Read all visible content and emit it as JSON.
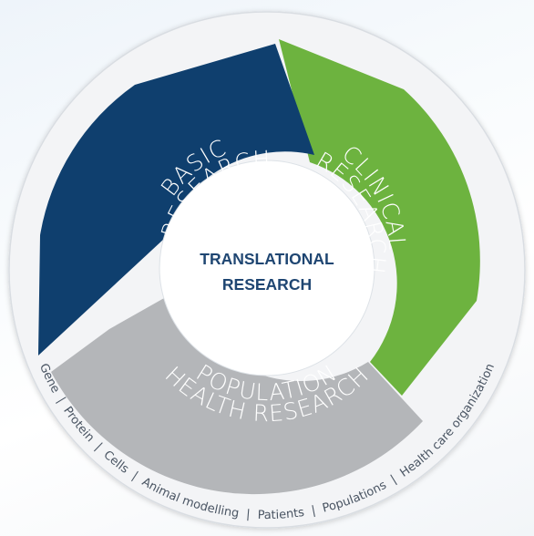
{
  "diagram": {
    "center": {
      "line1": "TRANSLATIONAL",
      "line2": "RESEARCH"
    },
    "segments": [
      {
        "id": "basic",
        "line1": "BASIC",
        "line2": "RESEARCH",
        "color": "#0f3f6e"
      },
      {
        "id": "clinical",
        "line1": "CLINICAL",
        "line2": "RESEARCH",
        "color": "#6db33f"
      },
      {
        "id": "population",
        "line1": "POPULATION",
        "line2": "HEALTH RESEARCH",
        "color": "#b4b6b9"
      }
    ],
    "outer_ring": "Gene  |  Protein  |  Cells  |  Animal modelling  |  Patients  |  Populations  |  Health care organization",
    "colors": {
      "ring": "#f3f4f6",
      "ring_text": "#4a5563",
      "center_text": "#1f4672"
    }
  }
}
